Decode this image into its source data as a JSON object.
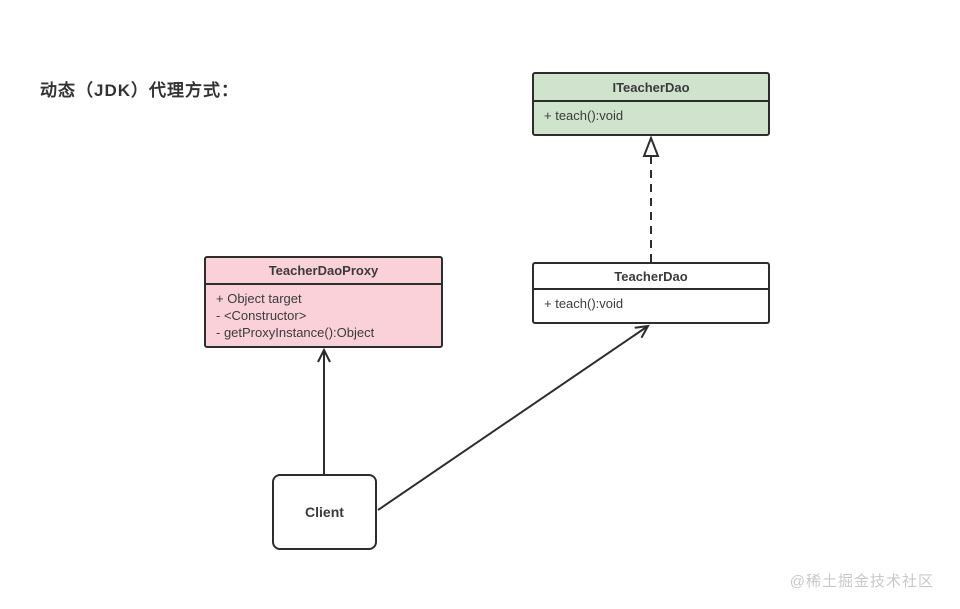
{
  "page": {
    "title": "动态（JDK）代理方式：",
    "watermark": "@稀土掘金技术社区"
  },
  "diagram": {
    "type": "uml-class-diagram",
    "classes": [
      {
        "name": "ITeacherDao",
        "members": [
          "+ teach():void"
        ],
        "fill": "#cfe3cd",
        "role": "interface"
      },
      {
        "name": "TeacherDaoProxy",
        "members": [
          "+ Object target",
          "- <Constructor>",
          "- getProxyInstance():Object"
        ],
        "fill": "#fbd1d9",
        "role": "proxy-class"
      },
      {
        "name": "TeacherDao",
        "members": [
          "+ teach():void"
        ],
        "fill": "#ffffff",
        "role": "implementation-class"
      },
      {
        "name": "Client",
        "members": [],
        "fill": "#ffffff",
        "role": "client"
      }
    ],
    "relations": [
      {
        "from": "TeacherDao",
        "to": "ITeacherDao",
        "type": "realization",
        "line": "dashed",
        "arrowhead": "hollow-triangle"
      },
      {
        "from": "Client",
        "to": "TeacherDaoProxy",
        "type": "association",
        "line": "solid",
        "arrowhead": "open"
      },
      {
        "from": "Client",
        "to": "TeacherDao",
        "type": "association",
        "line": "solid",
        "arrowhead": "open"
      }
    ],
    "colors": {
      "border": "#2d2d2d",
      "text": "#3b3b3b",
      "interface_fill": "#cfe3cd",
      "proxy_fill": "#fbd1d9",
      "plain_fill": "#ffffff",
      "watermark": "#c9c9c9",
      "background": "#ffffff"
    }
  }
}
